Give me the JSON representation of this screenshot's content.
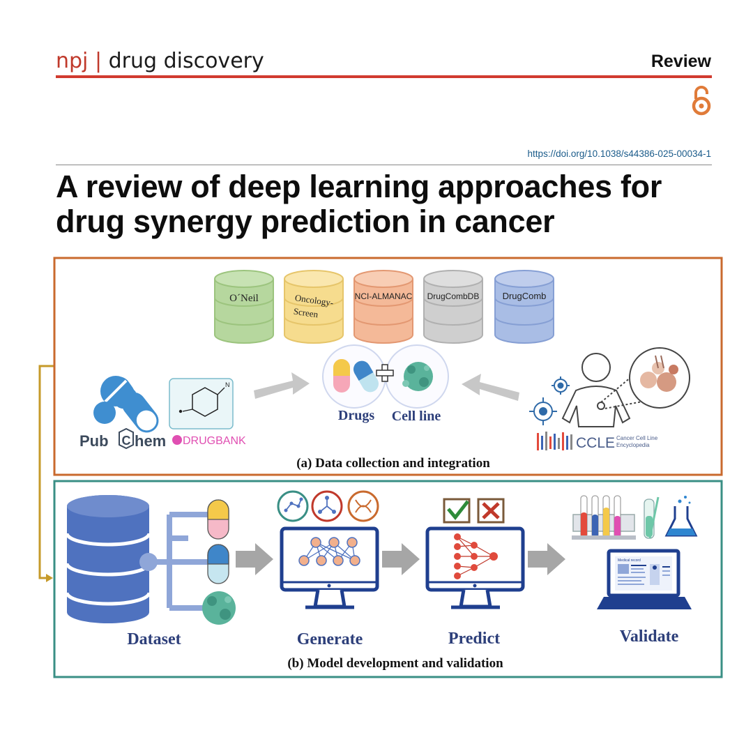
{
  "header": {
    "npj": "npj",
    "separator": "|",
    "journal": "drug discovery",
    "article_type": "Review",
    "doi": "https://doi.org/10.1038/s44386-025-00034-1"
  },
  "title_line1": "A review of deep learning approaches for",
  "title_line2": "drug synergy prediction in cancer",
  "figure": {
    "panel_a": {
      "caption": "(a) Data collection and integration",
      "databases": [
        "O´Neil",
        "Oncology-",
        "Screen",
        "NCI-ALMANAC",
        "DrugCombDB",
        "DrugComb"
      ],
      "drugs_label": "Drugs",
      "cell_line_label": "Cell line",
      "pubchem_left": "Pub",
      "pubchem_c": "C",
      "pubchem_right": "hem",
      "drugbank": "DRUGBANK",
      "ccle": "CCLE",
      "ccle_sub1": "Cancer Cell Line",
      "ccle_sub2": "Encyclopedia",
      "molecule_atom": "N"
    },
    "panel_b": {
      "caption": "(b) Model development and validation",
      "steps": [
        "Dataset",
        "Generate",
        "Predict",
        "Validate"
      ],
      "laptop_heading": "Medical record"
    },
    "colors": {
      "panel_a_border": "#c96a2e",
      "panel_b_border": "#3a8f85",
      "connector": "#c69a2a",
      "navy": "#1f3f8f",
      "db_green": "#a9cf8c",
      "db_yellow": "#f6dc8e",
      "db_orange": "#f2b08c",
      "db_grey": "#c9c9c9",
      "db_blue": "#9db3e0"
    }
  }
}
